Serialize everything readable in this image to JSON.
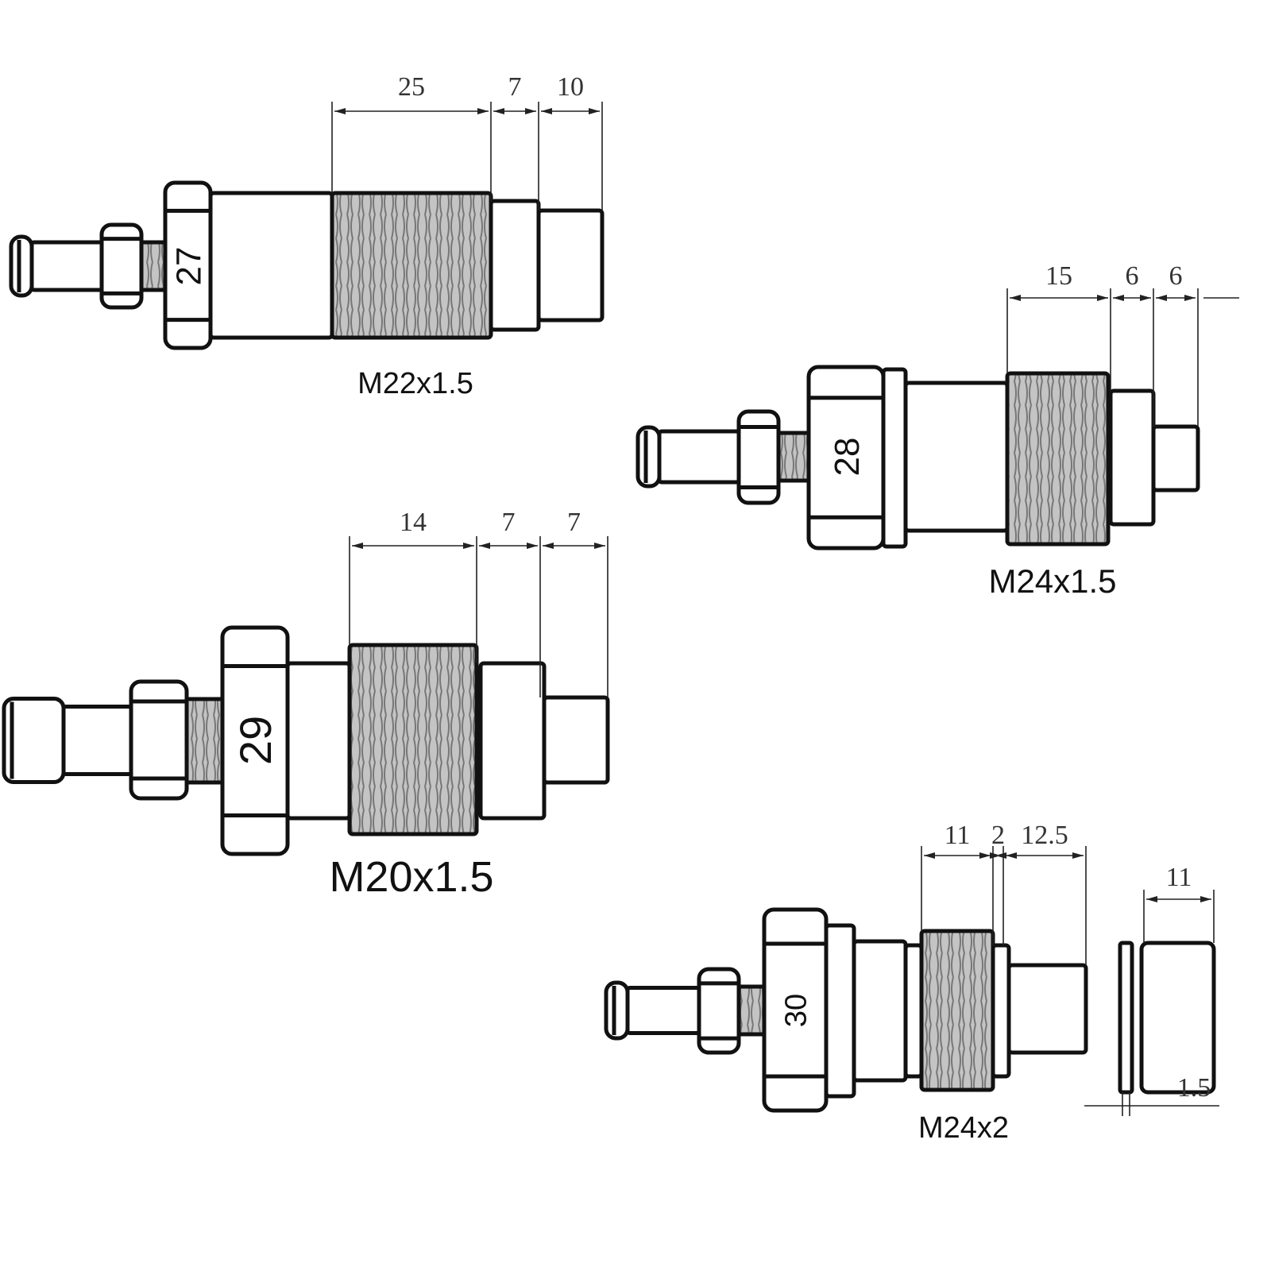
{
  "title": "Glow plug adapter dimensions",
  "colors": {
    "line": "#111111",
    "thread": "#b5b5b5",
    "background": "#ffffff"
  },
  "adapters": [
    {
      "thread_size": "M22x1.5",
      "wrench_size": "27",
      "dimensions": [
        "25",
        "7",
        "10"
      ]
    },
    {
      "thread_size": "M24x1.5",
      "wrench_size": "28",
      "dimensions": [
        "15",
        "6",
        "6"
      ]
    },
    {
      "thread_size": "M20x1.5",
      "wrench_size": "29",
      "dimensions": [
        "14",
        "7",
        "7"
      ]
    },
    {
      "thread_size": "M24x2",
      "wrench_size": "30",
      "dimensions": [
        "11",
        "2",
        "12.5"
      ],
      "cap_length": "11",
      "washer_thickness": "1.5"
    }
  ]
}
